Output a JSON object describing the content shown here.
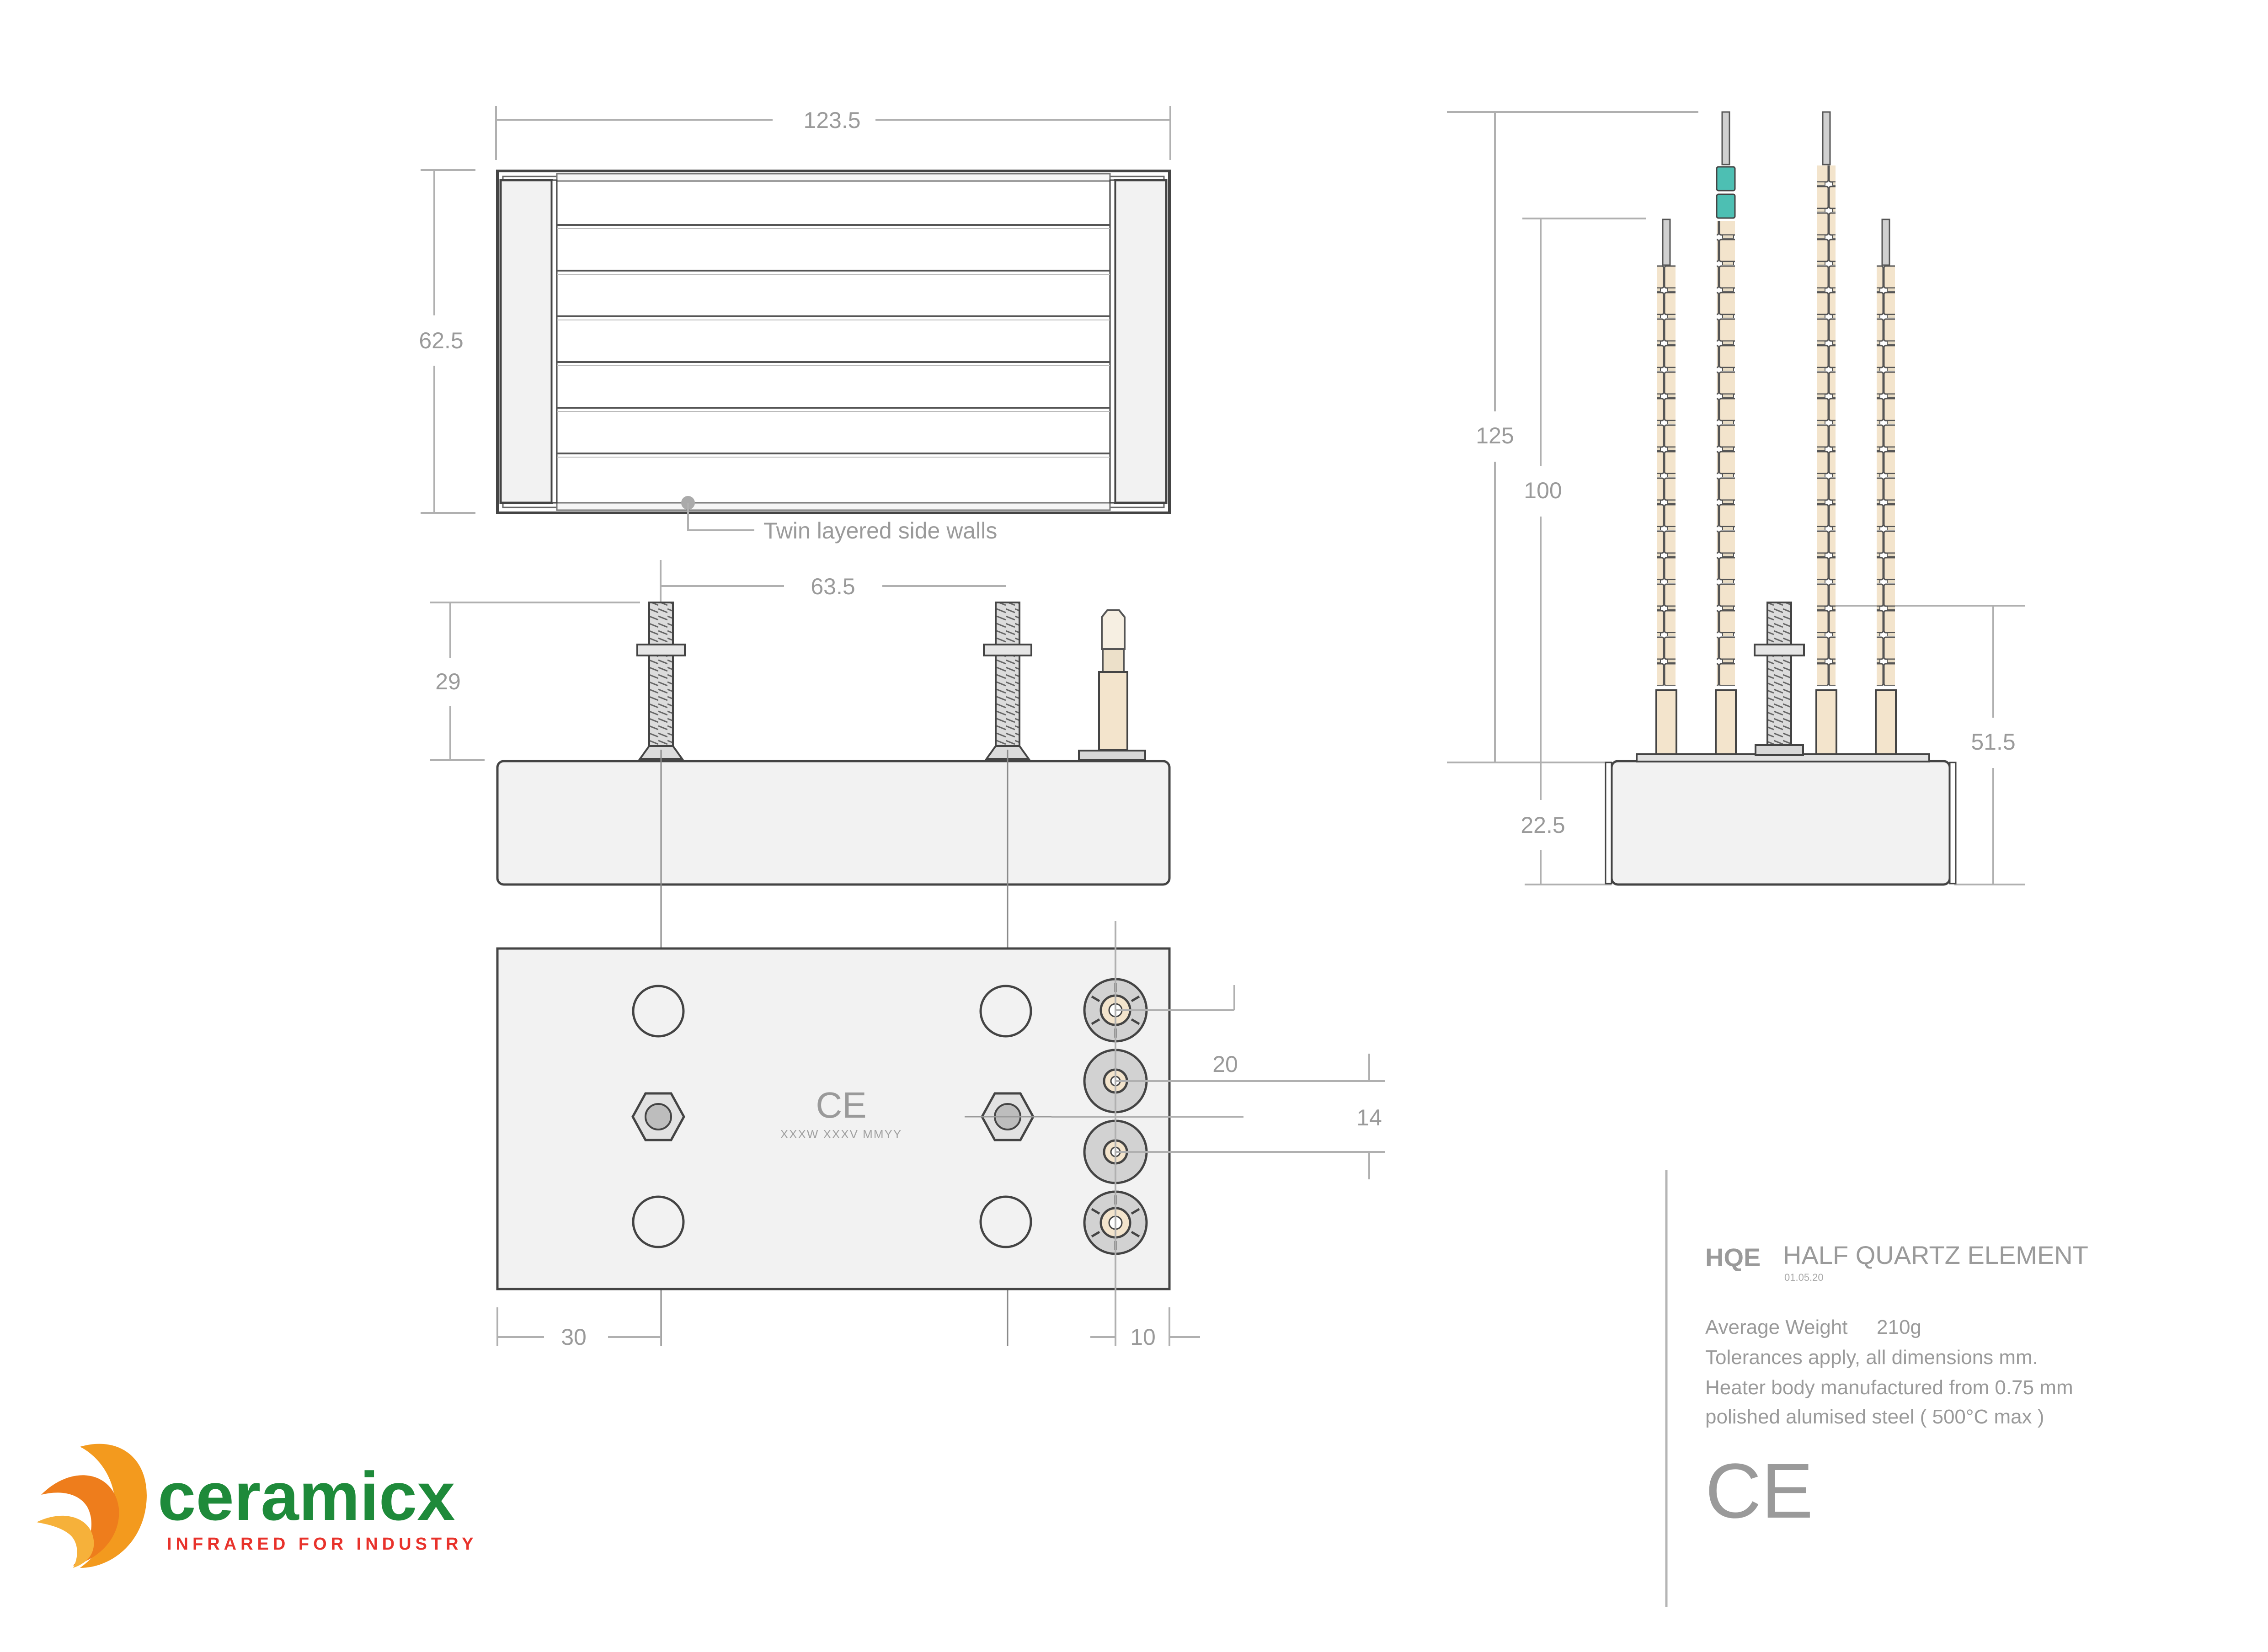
{
  "dimensions": {
    "top_width": "123.5",
    "top_height": "62.5",
    "stud_spacing": "63.5",
    "stud_height": "29",
    "left_offset": "30",
    "right_offset": "10",
    "terminal_spacing_a": "20",
    "terminal_spacing_b": "14",
    "overall_height": "125",
    "pin_height": "100",
    "side_stud_height": "51.5",
    "body_depth": "22.5"
  },
  "callouts": {
    "side_walls": "Twin layered side walls"
  },
  "marking": {
    "ce": "CE",
    "code": "XXXW XXXV MMYY"
  },
  "title_block": {
    "code": "HQE",
    "name": "HALF QUARTZ ELEMENT",
    "date": "01.05.20",
    "weight_label": "Average Weight",
    "weight_value": "210g",
    "note_1": "Tolerances apply, all dimensions mm.",
    "note_2": "Heater body manufactured from 0.75 mm",
    "note_3": "polished alumised steel ( 500°C max )",
    "ce_mark": "CE"
  },
  "brand": {
    "name": "ceramicx",
    "tagline": "INFRARED FOR INDUSTRY"
  },
  "colors": {
    "line": "#444444",
    "dimension": "#9a9a9a",
    "body_fill": "#f2f2f2",
    "ceramic_bead": "#f3e4cc",
    "teal_bead": "#4dbfb3",
    "brand_green": "#1e8a3a",
    "brand_red": "#e8322b",
    "brand_orange": "#f39a1e"
  }
}
